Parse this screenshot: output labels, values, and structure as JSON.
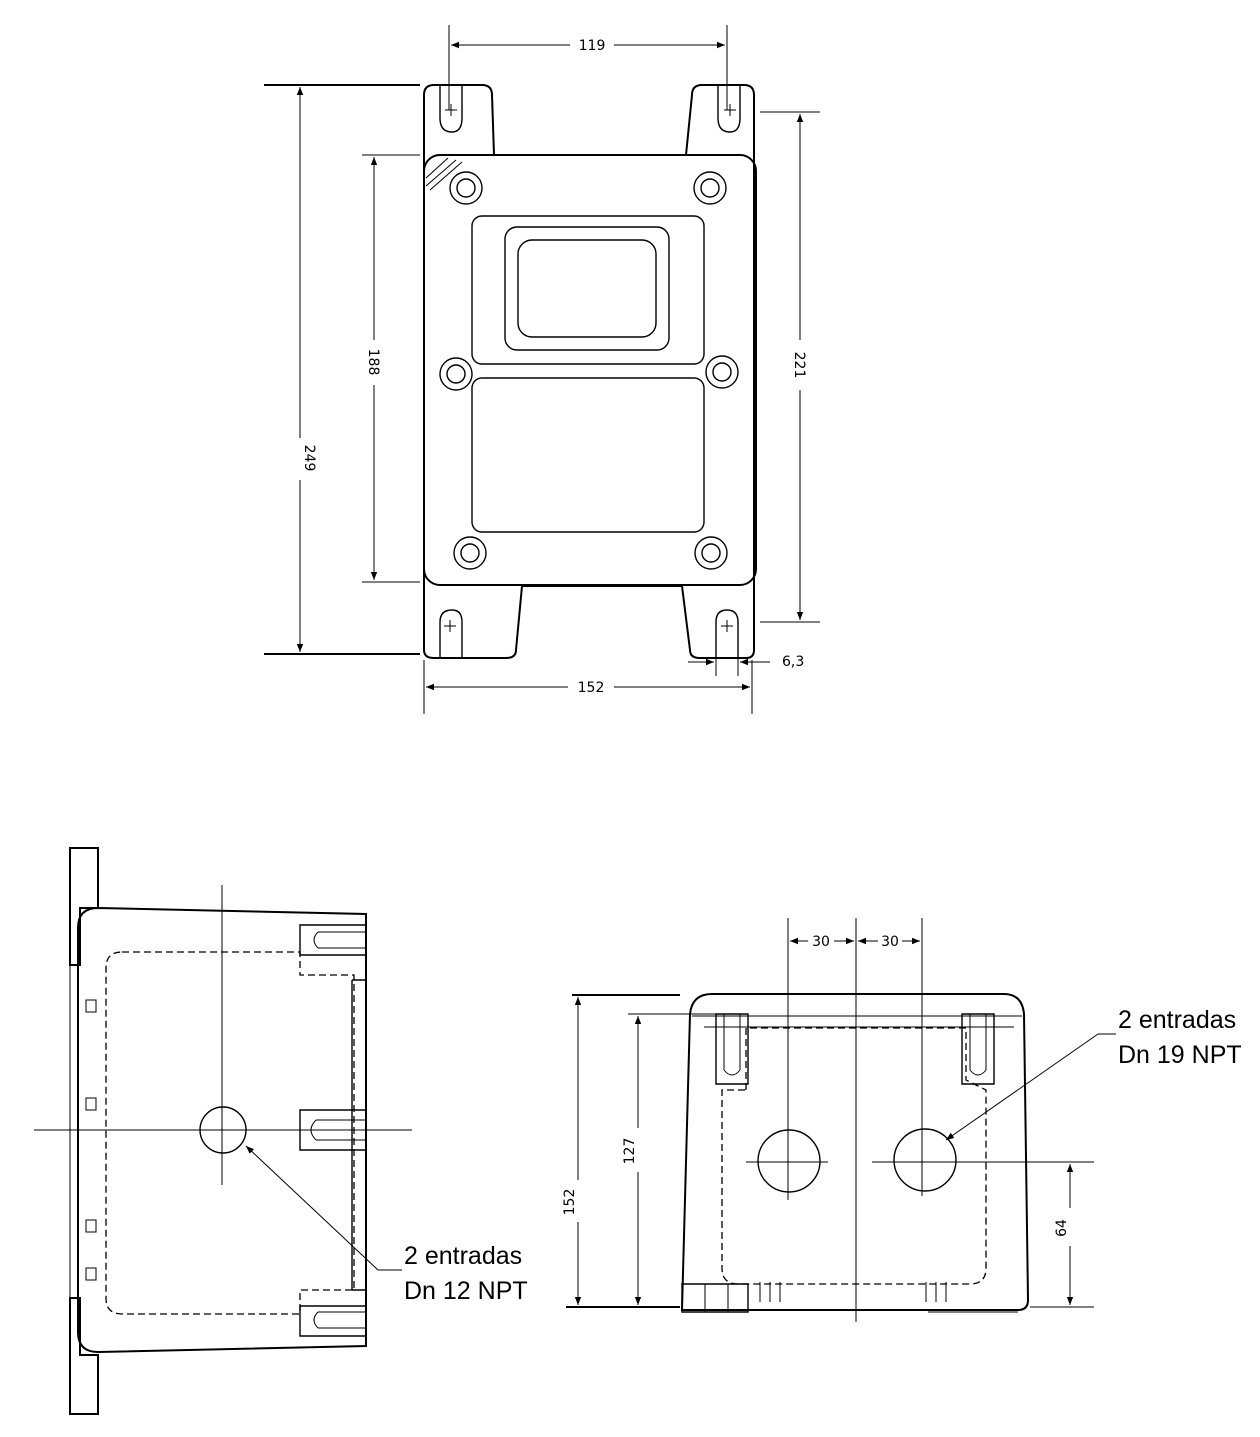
{
  "top_view": {
    "dim_top_width": "119",
    "dim_bottom_width": "152",
    "dim_total_height": "249",
    "dim_inner_height": "188",
    "dim_right_height": "221",
    "dim_slot": "6,3"
  },
  "side_view": {
    "callout_line1": "2 entradas",
    "callout_line2": "Dn 12 NPT"
  },
  "front_view": {
    "dim_left_offset": "30",
    "dim_right_offset": "30",
    "dim_height": "152",
    "dim_inner_height": "127",
    "dim_hole_height": "64",
    "callout_line1": "2 entradas",
    "callout_line2": "Dn 19 NPT"
  }
}
